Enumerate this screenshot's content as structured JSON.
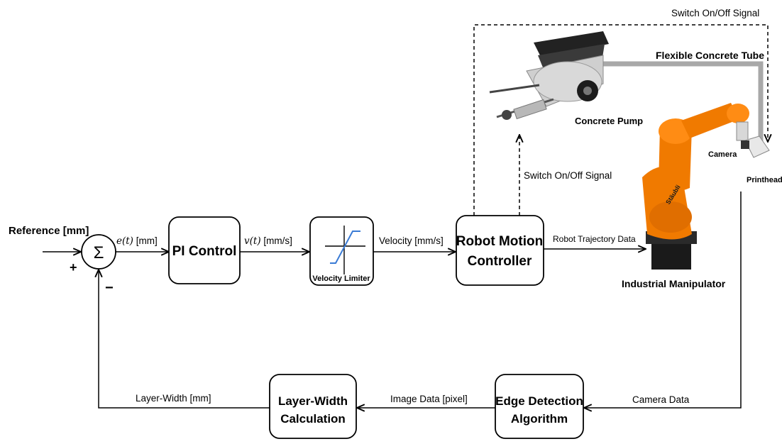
{
  "reference_label": "Reference [mm]",
  "sum_symbol": "Σ",
  "plus_sign": "+",
  "minus_sign": "−",
  "error_signal": {
    "math": "e(t)",
    "unit": " [mm]"
  },
  "pi_block": "PI Control",
  "velocity_cmd": {
    "math": "v(t)",
    "unit": " [mm/s]"
  },
  "limiter_label": "Velocity Limiter",
  "velocity_out": "Velocity [mm/s]",
  "robot_controller": {
    "line1": "Robot Motion",
    "line2": "Controller"
  },
  "robot_traj": "Robot Trajectory Data",
  "industrial_manipulator": "Industrial Manipulator",
  "switch_signal_top": "Switch On/Off Signal",
  "switch_signal_mid": "Switch On/Off Signal",
  "flexible_tube": "Flexible Concrete Tube",
  "concrete_pump": "Concrete Pump",
  "camera_label": "Camera",
  "printhead_label": "Printhead",
  "camera_data": "Camera Data",
  "edge_block": {
    "line1": "Edge Detection",
    "line2": "Algorithm"
  },
  "image_data": "Image Data [pixel]",
  "layer_block": {
    "line1": "Layer-Width",
    "line2": "Calculation"
  },
  "layer_width": "Layer-Width [mm]",
  "robot_brand": "Stäubli",
  "colors": {
    "robot_orange": "#f07a00",
    "robot_dark": "#1a1a1a",
    "limiter_blue": "#3a7bd5",
    "tube_gray": "#a8a8a8",
    "pump_silver": "#d6d6d6"
  }
}
